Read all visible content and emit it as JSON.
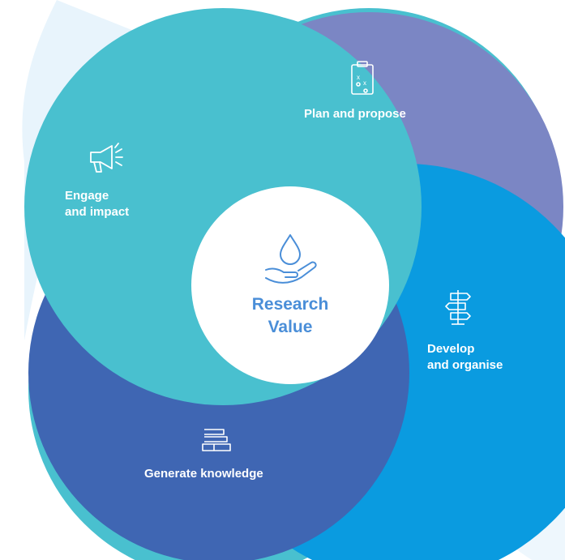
{
  "diagram": {
    "center": {
      "line1": "Research",
      "line2": "Value",
      "icon": "water-drop-hand-icon"
    },
    "segments": [
      {
        "id": "plan",
        "label": "Plan and propose",
        "icon": "clipboard-strategy-icon",
        "color": "#7b86c4"
      },
      {
        "id": "develop",
        "label_line1": "Develop",
        "label_line2": "and organise",
        "icon": "signpost-icon",
        "color": "#0a9be0"
      },
      {
        "id": "generate",
        "label": "Generate knowledge",
        "icon": "books-icon",
        "color": "#3f66b3"
      },
      {
        "id": "engage",
        "label_line1": "Engage",
        "label_line2": "and impact",
        "icon": "megaphone-icon",
        "color": "#49c0cf"
      }
    ],
    "colors": {
      "outer": "#49c0cf",
      "background_arc": "#e3f1fb",
      "center_fill": "#ffffff",
      "center_text": "#4a8ed8"
    }
  }
}
